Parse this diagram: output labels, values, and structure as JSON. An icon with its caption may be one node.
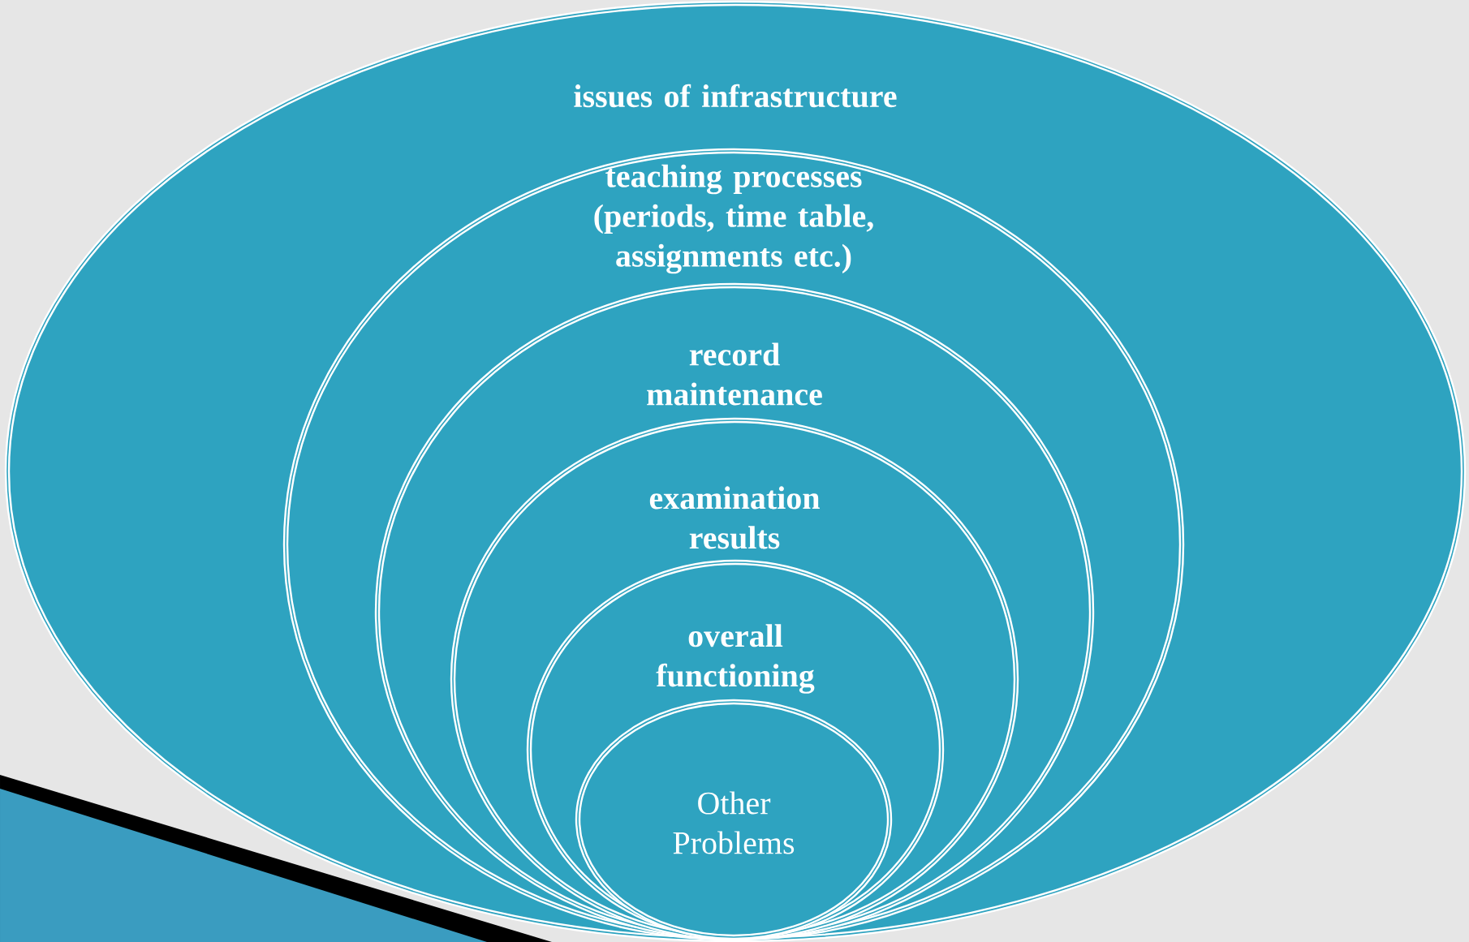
{
  "diagram": {
    "nodes": [
      {
        "text": [
          "issues of infrastructure"
        ]
      },
      {
        "text": [
          "teaching processes (periods, time table, assignments etc.)"
        ],
        "in": 0
      },
      {
        "text": [
          "record maintenance"
        ],
        "in": 1
      },
      {
        "text": [
          "examination results"
        ],
        "in": 2
      },
      {
        "text": [
          "overall functioning"
        ],
        "in": 3
      },
      {
        "text": [
          "Other Problems"
        ],
        "in": 4
      }
    ]
  }
}
